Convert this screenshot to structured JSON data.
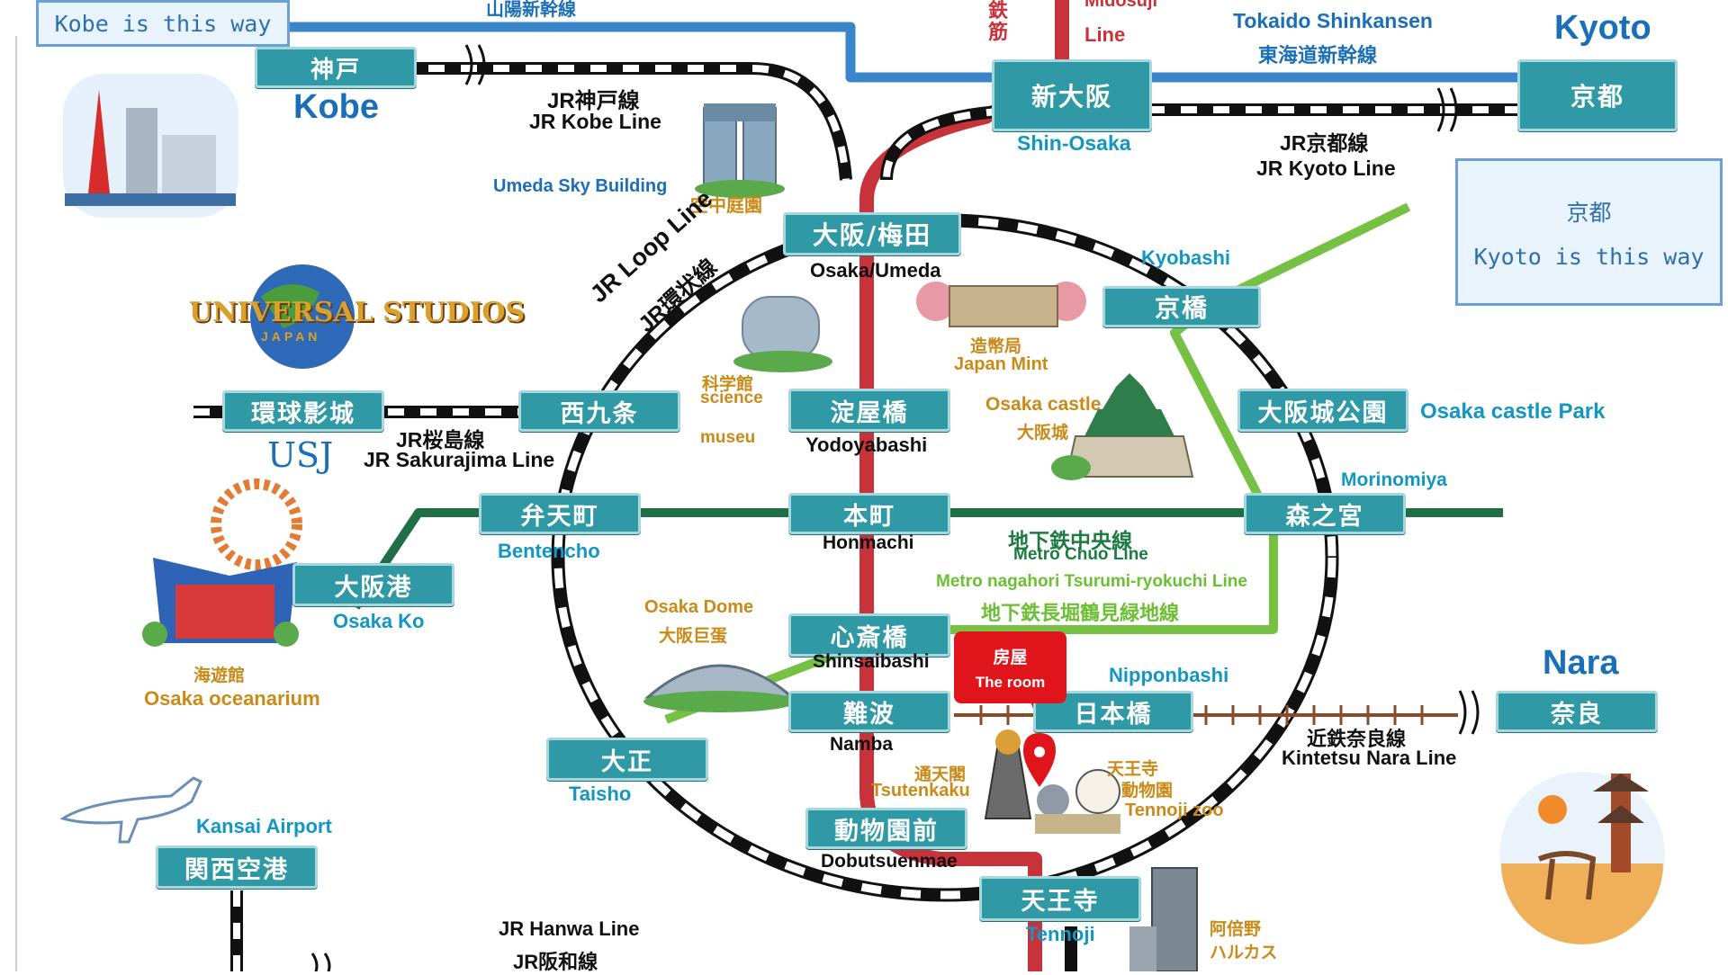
{
  "colors": {
    "shinkansen_line": "#3a86c8",
    "midosuji_line": "#c8323a",
    "chuo_line": "#1f6e45",
    "nagahori_line": "#76c043",
    "station_fill": "#2f9aa6",
    "marker": "#e0141b"
  },
  "notes": {
    "kobe": "Kobe is this way",
    "kyoto_jp": "京都",
    "kyoto_en": "Kyoto is this way"
  },
  "stations": {
    "kobe_jp": "神戸",
    "shin_osaka_jp": "新大阪",
    "kyoto_jp": "京都",
    "osaka_umeda_jp": "大阪/梅田",
    "kyobashi_jp": "京橋",
    "usj_jp": "環球影城",
    "nishikujo_jp": "西九条",
    "yodoyabashi_jp": "淀屋橋",
    "osakajokoen_jp": "大阪城公園",
    "bentencho_jp": "弁天町",
    "honmachi_jp": "本町",
    "morinomiya_jp": "森之宮",
    "osakako_jp": "大阪港",
    "shinsaibashi_jp": "心斎橋",
    "namba_jp": "難波",
    "nipponbashi_jp": "日本橋",
    "nara_jp": "奈良",
    "taisho_jp": "大正",
    "kansai_airport_jp": "関西空港",
    "dobutsuenmae_jp": "動物園前",
    "tennoji_jp": "天王寺"
  },
  "labels": {
    "sanyo_shinkansen_jp": "山陽新幹線",
    "midosuji_jp": "鉄 筋",
    "midosuji_en": "Midosuji",
    "line_word": "Line",
    "tokaido_en": "Tokaido Shinkansen",
    "tokaido_jp": "東海道新幹線",
    "kyoto_big": "Kyoto",
    "kobe_en": "Kobe",
    "jr_kobe_jp": "JR神戸線",
    "jr_kobe_en": "JR Kobe Line",
    "shin_osaka_en": "Shin-Osaka",
    "jr_kyoto_jp": "JR京都線",
    "jr_kyoto_en": "JR Kyoto Line",
    "umeda_sky_en": "Umeda Sky Building",
    "umeda_sky_jp": "空中庭園",
    "osaka_umeda_en": "Osaka/Umeda",
    "jr_loop_en": "JR Loop Line",
    "jr_loop_jp": "JR環状線",
    "kyobashi_en": "Kyobashi",
    "mint_jp": "造幣局",
    "mint_en": "Japan Mint",
    "science_jp": "科学館",
    "science_en1": "science",
    "science_en2": "museu",
    "castle_en": "Osaka castle",
    "castle_jp": "大阪城",
    "castle_park_en": "Osaka castle Park",
    "usj_en": "USJ",
    "jr_sakurajima_jp": "JR桜島線",
    "jr_sakurajima_en": "JR Sakurajima Line",
    "yodoyabashi_en": "Yodoyabashi",
    "morinomiya_en": "Morinomiya",
    "bentencho_en": "Bentencho",
    "honmachi_en": "Honmachi",
    "chuo_jp": "地下鉄中央線",
    "chuo_en": "Metro Chuo Line",
    "nagahori_en": "Metro nagahori Tsurumi-ryokuchi Line",
    "nagahori_jp": "地下鉄長堀鶴見緑地線",
    "osakako_en": "Osaka Ko",
    "dome_en": "Osaka Dome",
    "dome_jp": "大阪巨蛋",
    "shinsaibashi_en": "Shinsaibashi",
    "nipponbashi_en": "Nipponbashi",
    "nara_big": "Nara",
    "aquarium_jp": "海遊館",
    "aquarium_en": "Osaka oceanarium",
    "namba_en": "Namba",
    "kintetsu_jp": "近鉄奈良線",
    "kintetsu_en": "Kintetsu Nara Line",
    "taisho_en": "Taisho",
    "tsutenkaku_jp": "通天閣",
    "tsutenkaku_en": "Tsutenkaku",
    "zoo_jp1": "天王寺",
    "zoo_jp2": "動物園",
    "zoo_en": "Tennoji zoo",
    "kansai_airport_en": "Kansai Airport",
    "dobutsuenmae_en": "Dobutsuenmae",
    "hanwa_en": "JR Hanwa Line",
    "hanwa_jp": "JR阪和線",
    "tennoji_en": "Tennoji",
    "abeno_jp1": "阿倍野",
    "abeno_jp2": "ハルカス"
  },
  "callout": {
    "jp": "房屋",
    "en": "The room"
  },
  "logo": {
    "text": "UNIVERSAL STUDIOS",
    "sub": "JAPAN"
  }
}
